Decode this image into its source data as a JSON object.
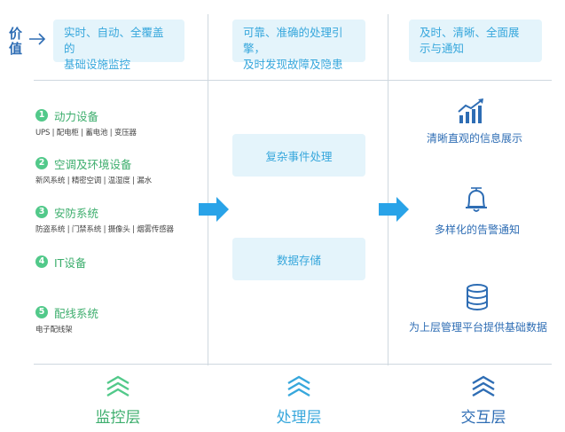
{
  "value": {
    "label": [
      "价",
      "值"
    ],
    "boxes": [
      [
        "实时、自动、全覆盖的",
        "基础设施监控"
      ],
      [
        "可靠、准确的处理引擎，",
        "及时发现故障及隐患"
      ],
      [
        "及时、清晰、全面展",
        "示与通知"
      ]
    ]
  },
  "monitoring": {
    "items": [
      {
        "num": "1",
        "name": "动力设备",
        "sub": "UPS | 配电柜 | 蓄电池 | 变压器"
      },
      {
        "num": "2",
        "name": "空调及环境设备",
        "sub": "新风系统 | 精密空调 | 温湿度 | 漏水"
      },
      {
        "num": "3",
        "name": "安防系统",
        "sub": "防盗系统 | 门禁系统 | 摄像头 | 烟雾传感器"
      },
      {
        "num": "4",
        "name": "IT设备",
        "sub": ""
      },
      {
        "num": "5",
        "name": "配线系统",
        "sub": "电子配线架"
      }
    ]
  },
  "processing": {
    "boxes": [
      "复杂事件处理",
      "数据存储"
    ]
  },
  "interaction": {
    "items": [
      {
        "icon": "bar-chart-trend-icon",
        "label": "清晰直观的信息展示"
      },
      {
        "icon": "bell-icon",
        "label": "多样化的告警通知"
      },
      {
        "icon": "database-icon",
        "label": "为上层管理平台提供基础数据"
      }
    ]
  },
  "layers": [
    {
      "name": "监控层",
      "color": "#3dae6d"
    },
    {
      "name": "处理层",
      "color": "#37a7dc"
    },
    {
      "name": "交互层",
      "color": "#2e6db4"
    }
  ]
}
